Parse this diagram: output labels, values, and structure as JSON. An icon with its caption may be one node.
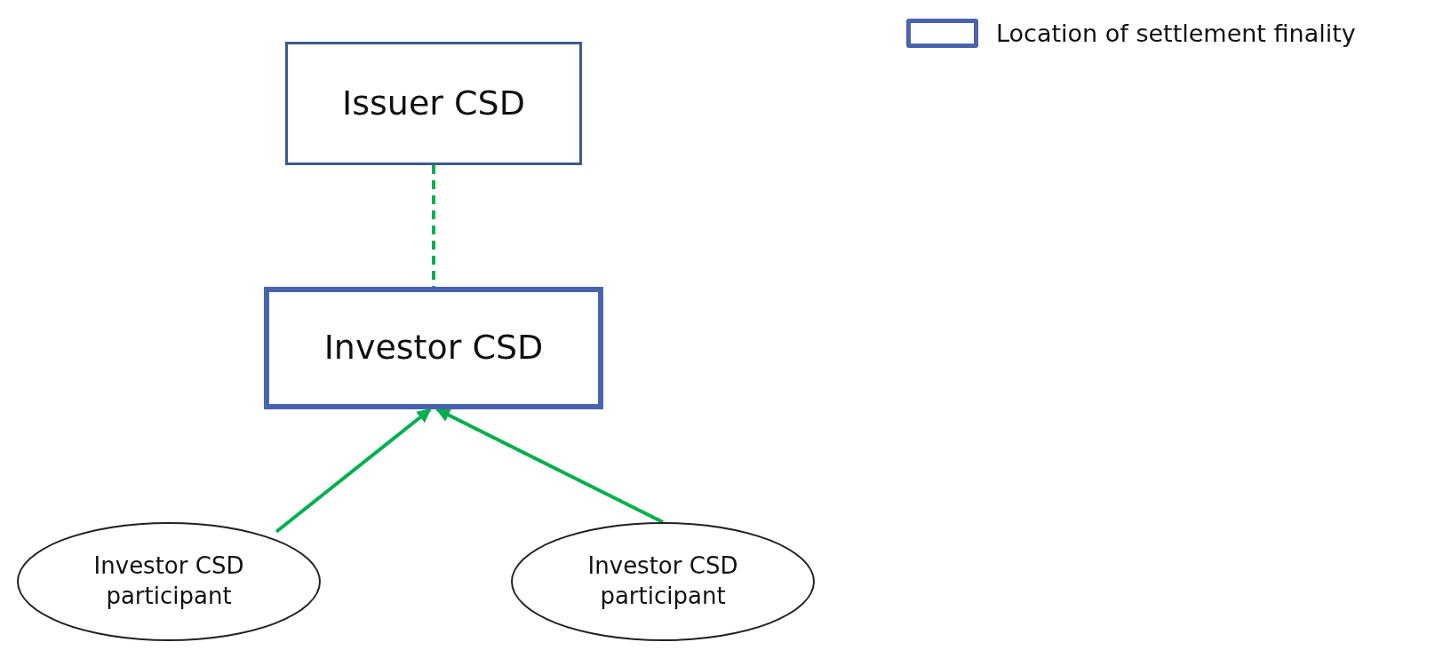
{
  "diagram": {
    "nodes": [
      {
        "text": [
          "Issuer CSD"
        ]
      },
      {
        "text": [
          "Investor CSD"
        ]
      },
      {
        "text": [
          "Investor CSD participant"
        ]
      },
      {
        "text": [
          "Investor CSD participant"
        ]
      }
    ],
    "edges": [
      {
        "from": 0,
        "to": 1,
        "arrow": "none",
        "style": "dashed"
      },
      {
        "from": 2,
        "to": 1,
        "arrow": "to"
      },
      {
        "from": 3,
        "to": 1,
        "arrow": "to"
      }
    ],
    "legend": [
      {
        "text": "Location of settlement finality"
      }
    ]
  }
}
